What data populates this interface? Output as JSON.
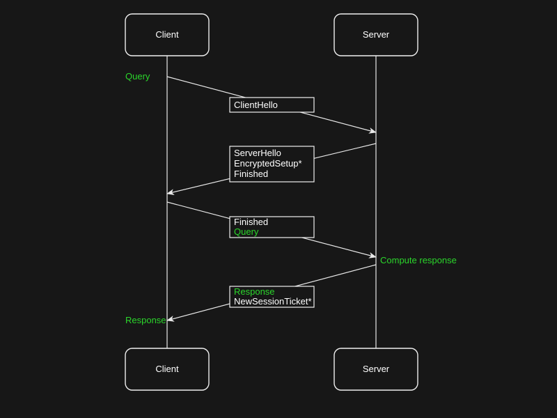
{
  "diagram": {
    "type": "sequence-diagram",
    "actors": [
      {
        "id": "client",
        "label": "Client"
      },
      {
        "id": "server",
        "label": "Server"
      }
    ],
    "annotations": {
      "query_label": "Query",
      "compute_response_label": "Compute response",
      "response_label": "Response"
    },
    "messages": [
      {
        "from": "client",
        "to": "server",
        "lines": [
          {
            "text": "ClientHello",
            "color": "white"
          }
        ]
      },
      {
        "from": "server",
        "to": "client",
        "lines": [
          {
            "text": "ServerHello",
            "color": "white"
          },
          {
            "text": "EncryptedSetup*",
            "color": "white"
          },
          {
            "text": "Finished",
            "color": "white"
          }
        ]
      },
      {
        "from": "client",
        "to": "server",
        "lines": [
          {
            "text": "Finished",
            "color": "white"
          },
          {
            "text": "Query",
            "color": "green"
          }
        ]
      },
      {
        "from": "server",
        "to": "client",
        "lines": [
          {
            "text": "Response",
            "color": "green"
          },
          {
            "text": "NewSessionTicket*",
            "color": "white"
          }
        ]
      }
    ],
    "colors": {
      "background": "#171717",
      "stroke": "#e9e9e9",
      "text": "#ffffff",
      "green": "#2bd62b"
    }
  }
}
